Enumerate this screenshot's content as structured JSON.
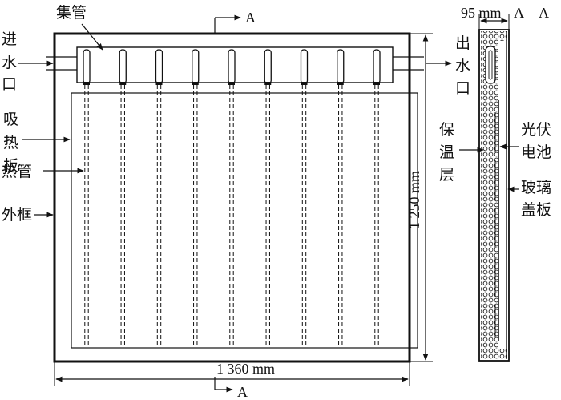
{
  "labels": {
    "header_pipe": "集管",
    "inlet": [
      "进",
      "水",
      "口"
    ],
    "outlet": [
      "出",
      "水",
      "口"
    ],
    "absorber": [
      "吸",
      "热",
      "板"
    ],
    "heat_pipe": "热管",
    "frame": "外框",
    "insulation": [
      "保",
      "温",
      "层"
    ],
    "pv_cell": [
      "光伏",
      "电池"
    ],
    "glass_cover": [
      "玻璃",
      "盖板"
    ]
  },
  "section": {
    "mark": "A",
    "title": "A—A"
  },
  "dimensions": {
    "width": "1 360 mm",
    "height": "1 250 mm",
    "depth": "95 mm"
  },
  "heat_pipe_count": 9
}
